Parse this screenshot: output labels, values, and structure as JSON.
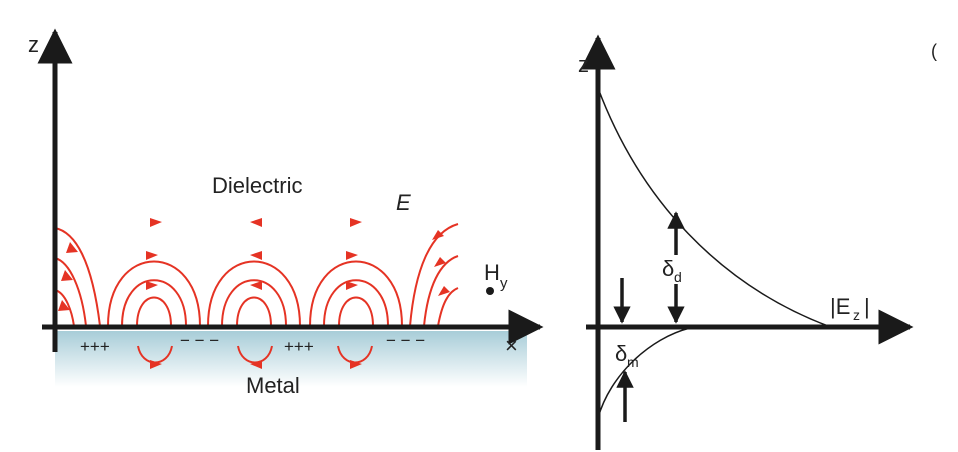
{
  "colors": {
    "field_line": "#e53324",
    "axis": "#1a1a1a",
    "metal_top": "#a8cdd8",
    "metal_bottom": "#ffffff"
  },
  "left_panel": {
    "z_axis_label": "z",
    "x_axis_label": "×",
    "dielectric_label": "Dielectric",
    "metal_label": "Metal",
    "field_label": "E",
    "magnetic_label": "H",
    "magnetic_subscript": "y",
    "charges": [
      "+++",
      "− − −",
      "+++",
      "− − −"
    ]
  },
  "right_panel": {
    "z_axis_label": "z",
    "ez_label_left": "|E",
    "ez_label_sub": "z",
    "ez_label_right": "|",
    "delta_d": "δ",
    "delta_d_sub": "d",
    "delta_m": "δ",
    "delta_m_sub": "m",
    "corner_mark": "("
  }
}
